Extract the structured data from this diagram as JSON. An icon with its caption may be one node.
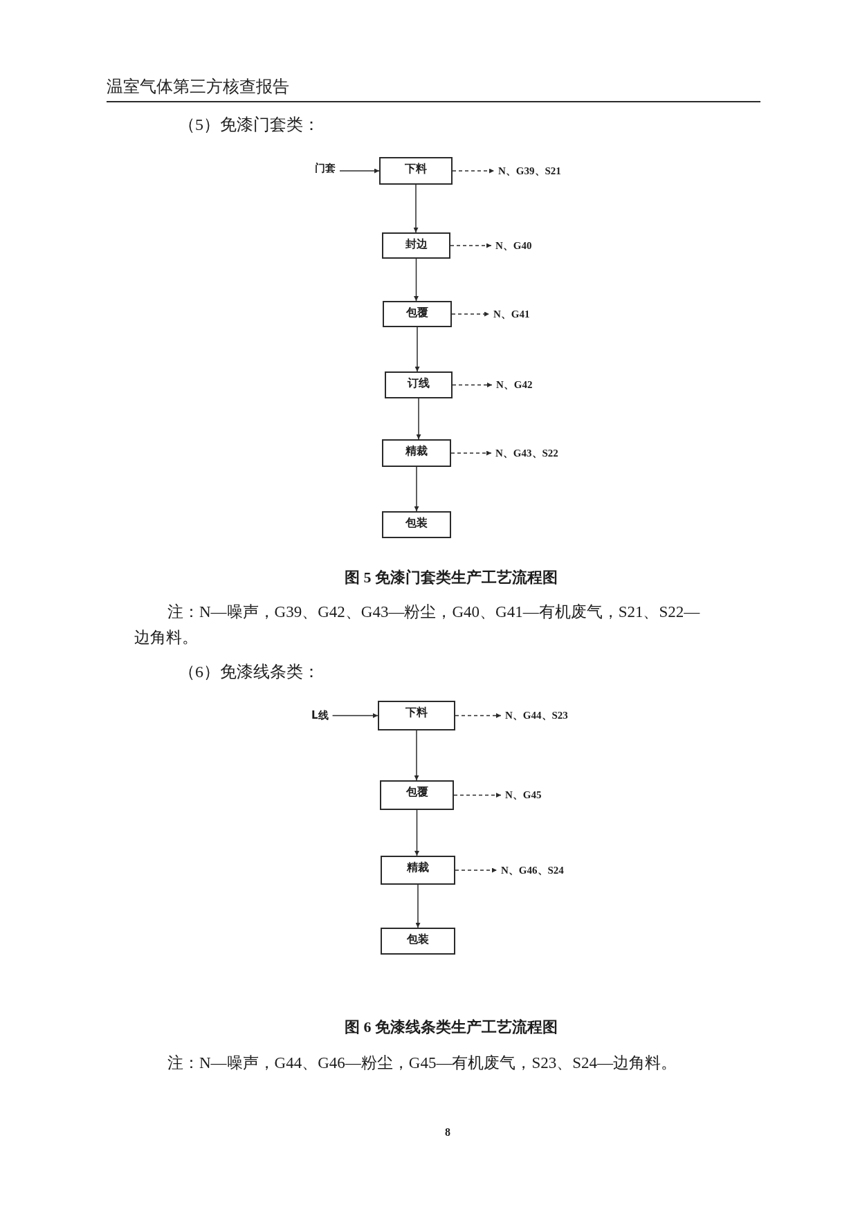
{
  "diagram": {
    "nodes": [
      {
        "text": [
          "门套"
        ]
      },
      {
        "text": [
          "下料"
        ]
      },
      {
        "text": [
          "N、G39、S21"
        ]
      },
      {
        "text": [
          "封边"
        ]
      },
      {
        "text": [
          "N、G40"
        ]
      },
      {
        "text": [
          "包覆"
        ]
      },
      {
        "text": [
          "N、G41"
        ]
      },
      {
        "text": [
          "订线"
        ]
      },
      {
        "text": [
          "N、G42"
        ]
      },
      {
        "text": [
          "精裁"
        ]
      },
      {
        "text": [
          "N、G43、S22"
        ]
      },
      {
        "text": [
          "包装"
        ]
      },
      {
        "text": [
          "L线"
        ]
      },
      {
        "text": [
          "下料"
        ]
      },
      {
        "text": [
          "N、G44、S23"
        ]
      },
      {
        "text": [
          "包覆"
        ]
      },
      {
        "text": [
          "N、G45"
        ]
      },
      {
        "text": [
          "精裁"
        ]
      },
      {
        "text": [
          "N、G46、S24"
        ]
      },
      {
        "text": [
          "包装"
        ]
      }
    ],
    "edges": [
      {
        "from": 0,
        "to": 1,
        "arrow": "to"
      },
      {
        "from": 1,
        "to": 2,
        "arrow": "to",
        "style": "dashed"
      },
      {
        "from": 1,
        "to": 3,
        "arrow": "to"
      },
      {
        "from": 3,
        "to": 4,
        "arrow": "to",
        "style": "dashed"
      },
      {
        "from": 3,
        "to": 5,
        "arrow": "to"
      },
      {
        "from": 5,
        "to": 6,
        "arrow": "to",
        "style": "dashed"
      },
      {
        "from": 5,
        "to": 7,
        "arrow": "to"
      },
      {
        "from": 7,
        "to": 8,
        "arrow": "to",
        "style": "dashed"
      },
      {
        "from": 7,
        "to": 9,
        "arrow": "to"
      },
      {
        "from": 9,
        "to": 10,
        "arrow": "to",
        "style": "dashed"
      },
      {
        "from": 9,
        "to": 11,
        "arrow": "to"
      },
      {
        "from": 12,
        "to": 13,
        "arrow": "to"
      },
      {
        "from": 13,
        "to": 14,
        "arrow": "to",
        "style": "dashed"
      },
      {
        "from": 13,
        "to": 15,
        "arrow": "to"
      },
      {
        "from": 15,
        "to": 16,
        "arrow": "to",
        "style": "dashed"
      },
      {
        "from": 15,
        "to": 17,
        "arrow": "to"
      },
      {
        "from": 17,
        "to": 18,
        "arrow": "to",
        "style": "dashed"
      },
      {
        "from": 17,
        "to": 19,
        "arrow": "to"
      }
    ],
    "labels": [
      "温室气体第三方核查报告",
      "（5）免漆门套类：",
      "图 5 免漆门套类生产工艺流程图",
      "注：N—噪声，G39、G42、G43—粉尘，G40、G41—有机废气，S21、S22—边角料。",
      "（6）免漆线条类：",
      "图 6 免漆线条类生产工艺流程图",
      "注：N—噪声，G44、G46—粉尘，G45—有机废气，S23、S24—边角料。",
      "8"
    ]
  }
}
